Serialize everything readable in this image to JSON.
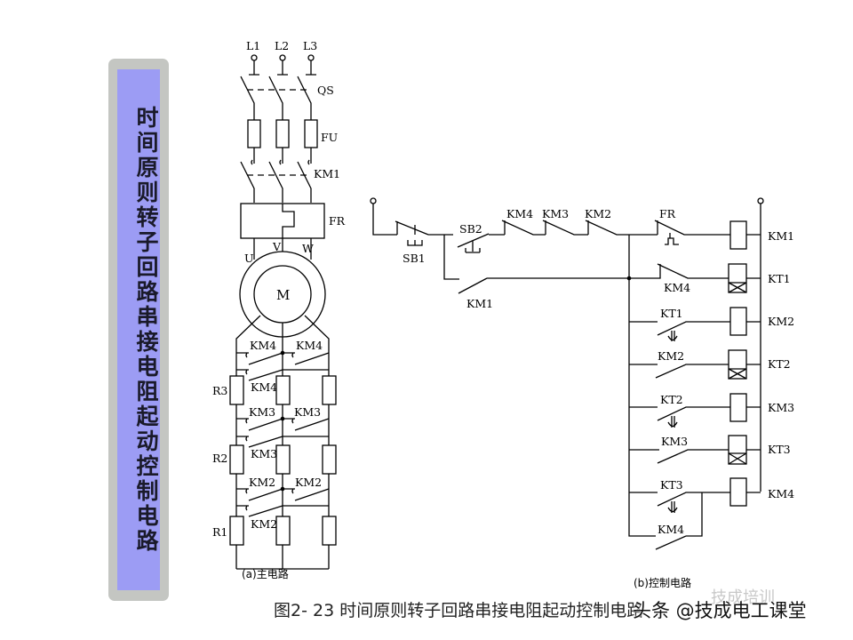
{
  "title_vertical": "时间原则转子回路串接电阻起动控制电路",
  "main_circuit": {
    "phases": [
      "L1",
      "L2",
      "L3"
    ],
    "switch_label": "QS",
    "fuse_label": "FU",
    "contactor_label": "KM1",
    "overload_label": "FR",
    "terminals": [
      "U",
      "V",
      "W"
    ],
    "motor_label": "M",
    "resistors": [
      "R3",
      "R2",
      "R1"
    ],
    "stages": [
      {
        "contacts": [
          "KM4",
          "KM4",
          "KM4"
        ]
      },
      {
        "contacts": [
          "KM3",
          "KM3",
          "KM3"
        ]
      },
      {
        "contacts": [
          "KM2",
          "KM2",
          "KM2"
        ]
      }
    ],
    "caption": "(a)主电路"
  },
  "control_circuit": {
    "stop_button": "SB1",
    "start_button": "SB2",
    "series_interlocks": [
      "KM4",
      "KM3",
      "KM2"
    ],
    "hold_contact": "KM1",
    "overload_contact": "FR",
    "rungs": [
      {
        "contact": "FR",
        "coil": "KM1",
        "coil_type": "contactor"
      },
      {
        "contact": "KM4",
        "coil": "KT1",
        "coil_type": "timer"
      },
      {
        "contact": "KT1",
        "coil": "KM2",
        "coil_type": "contactor"
      },
      {
        "contact": "KM2",
        "coil": "KT2",
        "coil_type": "timer"
      },
      {
        "contact": "KT2",
        "coil": "KM3",
        "coil_type": "contactor"
      },
      {
        "contact": "KM3",
        "coil": "KT3",
        "coil_type": "timer"
      },
      {
        "contact": "KT3",
        "coil": "KM4",
        "coil_type": "contactor"
      }
    ],
    "bottom_hold_contact": "KM4",
    "caption": "(b)控制电路"
  },
  "figure_caption": "图2- 23  时间原则转子回路串接电阻起动控制电路",
  "watermark": "头条 @技成电工课堂",
  "watermark_faint": "技成培训"
}
